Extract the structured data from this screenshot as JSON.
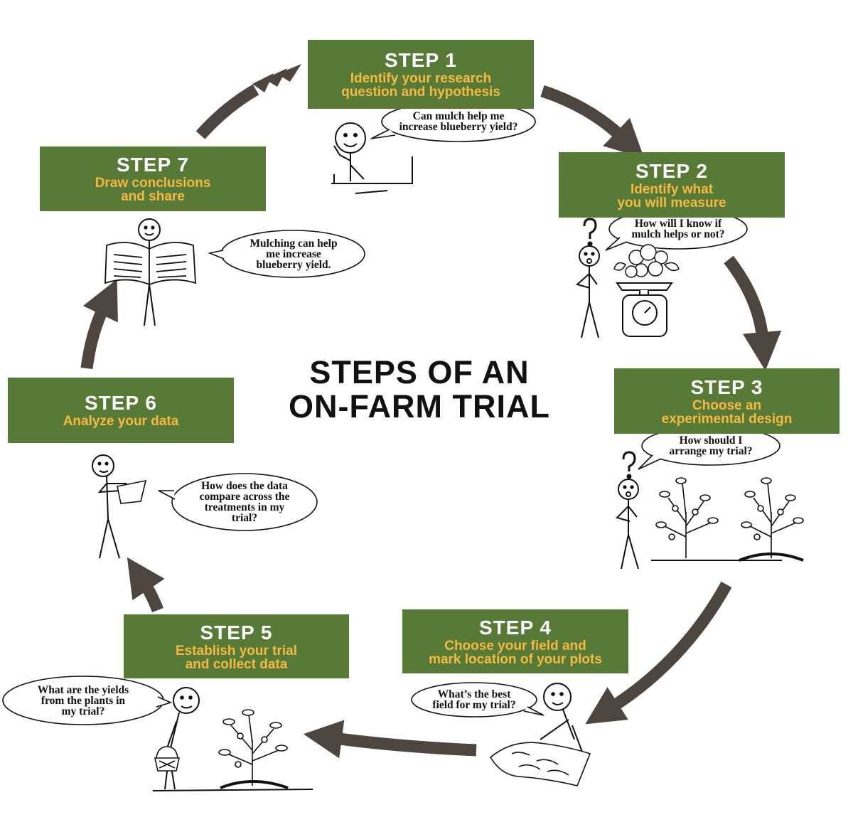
{
  "title": "STEPS OF AN\nON-FARM TRIAL",
  "colors": {
    "box": "#587a37",
    "step_title": "#ffffff",
    "step_text": "#f5b942",
    "arrow": "#4d4540",
    "ink": "#111111"
  },
  "steps": [
    {
      "title": "STEP 1",
      "text": "Identify your research\nquestion and hypothesis",
      "bubble": "Can mulch help me\nincrease blueberry yield?"
    },
    {
      "title": "STEP 2",
      "text": "Identify what\nyou will measure",
      "bubble": "How will I know if\nmulch helps or not?"
    },
    {
      "title": "STEP 3",
      "text": "Choose an\nexperimental design",
      "bubble": "How should I\narrange my trial?"
    },
    {
      "title": "STEP 4",
      "text": "Choose your field and\nmark location of your plots",
      "bubble": "What’s the best\nfield for my trial?"
    },
    {
      "title": "STEP 5",
      "text": "Establish your trial\nand collect data",
      "bubble": "What are the yields\nfrom the plants in\nmy trial?"
    },
    {
      "title": "STEP 6",
      "text": "Analyze your data",
      "bubble": "How does the data\ncompare across the\ntreatments in my\ntrial?"
    },
    {
      "title": "STEP 7",
      "text": "Draw conclusions\nand share",
      "bubble": "Mulching can help\nme increase\nblueberry yield."
    }
  ],
  "icons": [
    "stick-figure-icon",
    "question-mark-icon",
    "blueberry-bush-icon",
    "kitchen-scale-icon",
    "field-map-icon",
    "harvest-basket-icon",
    "clipboard-icon",
    "open-book-icon",
    "chevron-arrow-icon"
  ]
}
